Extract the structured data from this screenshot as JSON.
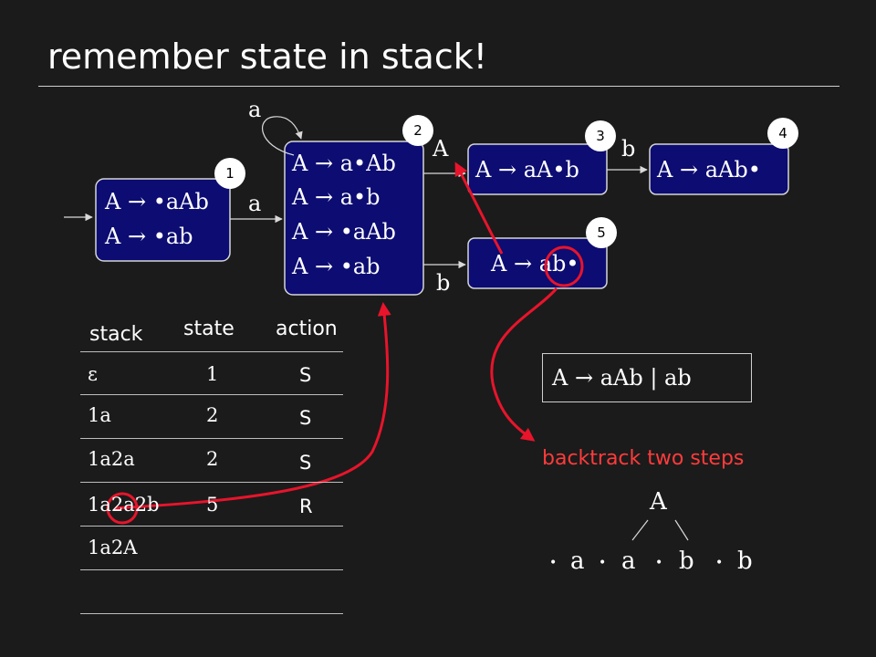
{
  "title": "remember state in stack!",
  "states": [
    {
      "number": "1",
      "items": [
        "A → •aAb",
        "A → •ab"
      ]
    },
    {
      "number": "2",
      "items": [
        "A → a•Ab",
        "A → a•b",
        "A → •aAb",
        "A → •ab"
      ]
    },
    {
      "number": "3",
      "items": [
        "A → aA•b"
      ]
    },
    {
      "number": "4",
      "items": [
        "A → aAb•"
      ]
    },
    {
      "number": "5",
      "items": [
        "A → ab•"
      ]
    }
  ],
  "transitions": {
    "self_loop": "a",
    "s1_to_s2": "a",
    "s2_to_s3": "A",
    "s2_to_s5": "b",
    "s3_to_s4": "b"
  },
  "table": {
    "headers": [
      "stack",
      "state",
      "action"
    ],
    "rows": [
      {
        "stack": "ε",
        "state": "1",
        "action": "S"
      },
      {
        "stack": "1a",
        "state": "2",
        "action": "S"
      },
      {
        "stack": "1a2a",
        "state": "2",
        "action": "S"
      },
      {
        "stack": "1a2a2b",
        "state": "5",
        "action": "R"
      },
      {
        "stack": "1a2A",
        "state": "",
        "action": ""
      }
    ]
  },
  "grammar": "A → aAb | ab",
  "note": "backtrack two steps",
  "tree": {
    "root": "A",
    "leaves": [
      "a",
      "a",
      "b",
      "b"
    ],
    "dot": "•"
  },
  "colors": {
    "state_fill": "#0c0c72",
    "state_border": "#d6d6d6",
    "annotation": "#e8142b",
    "note_text": "#ff3b3b",
    "background": "#1b1b1b"
  }
}
